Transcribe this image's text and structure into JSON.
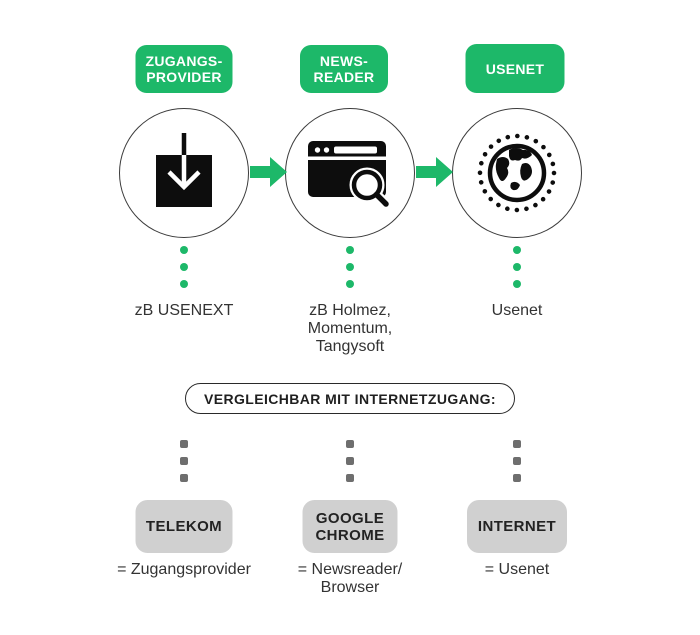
{
  "colors": {
    "accent_green": "#1db869",
    "box_gray": "#d0d0d0",
    "dot_gray": "#6e6e6e"
  },
  "flow": {
    "columns": [
      {
        "badge": "ZUGANGS-\nPROVIDER",
        "icon": "download-icon",
        "caption": "zB USENEXT"
      },
      {
        "badge": "NEWS-\nREADER",
        "icon": "browser-search-icon",
        "caption": "zB Holmez,\nMomentum,\nTangysoft"
      },
      {
        "badge": "USENET",
        "icon": "globe-icon",
        "caption": "Usenet"
      }
    ]
  },
  "comparison": {
    "heading": "VERGLEICHBAR MIT INTERNETZUGANG:",
    "columns": [
      {
        "box": "TELEKOM",
        "caption": "= Zugangsprovider"
      },
      {
        "box": "GOOGLE\nCHROME",
        "caption": "= Newsreader/\nBrowser"
      },
      {
        "box": "INTERNET",
        "caption": "= Usenet"
      }
    ]
  }
}
